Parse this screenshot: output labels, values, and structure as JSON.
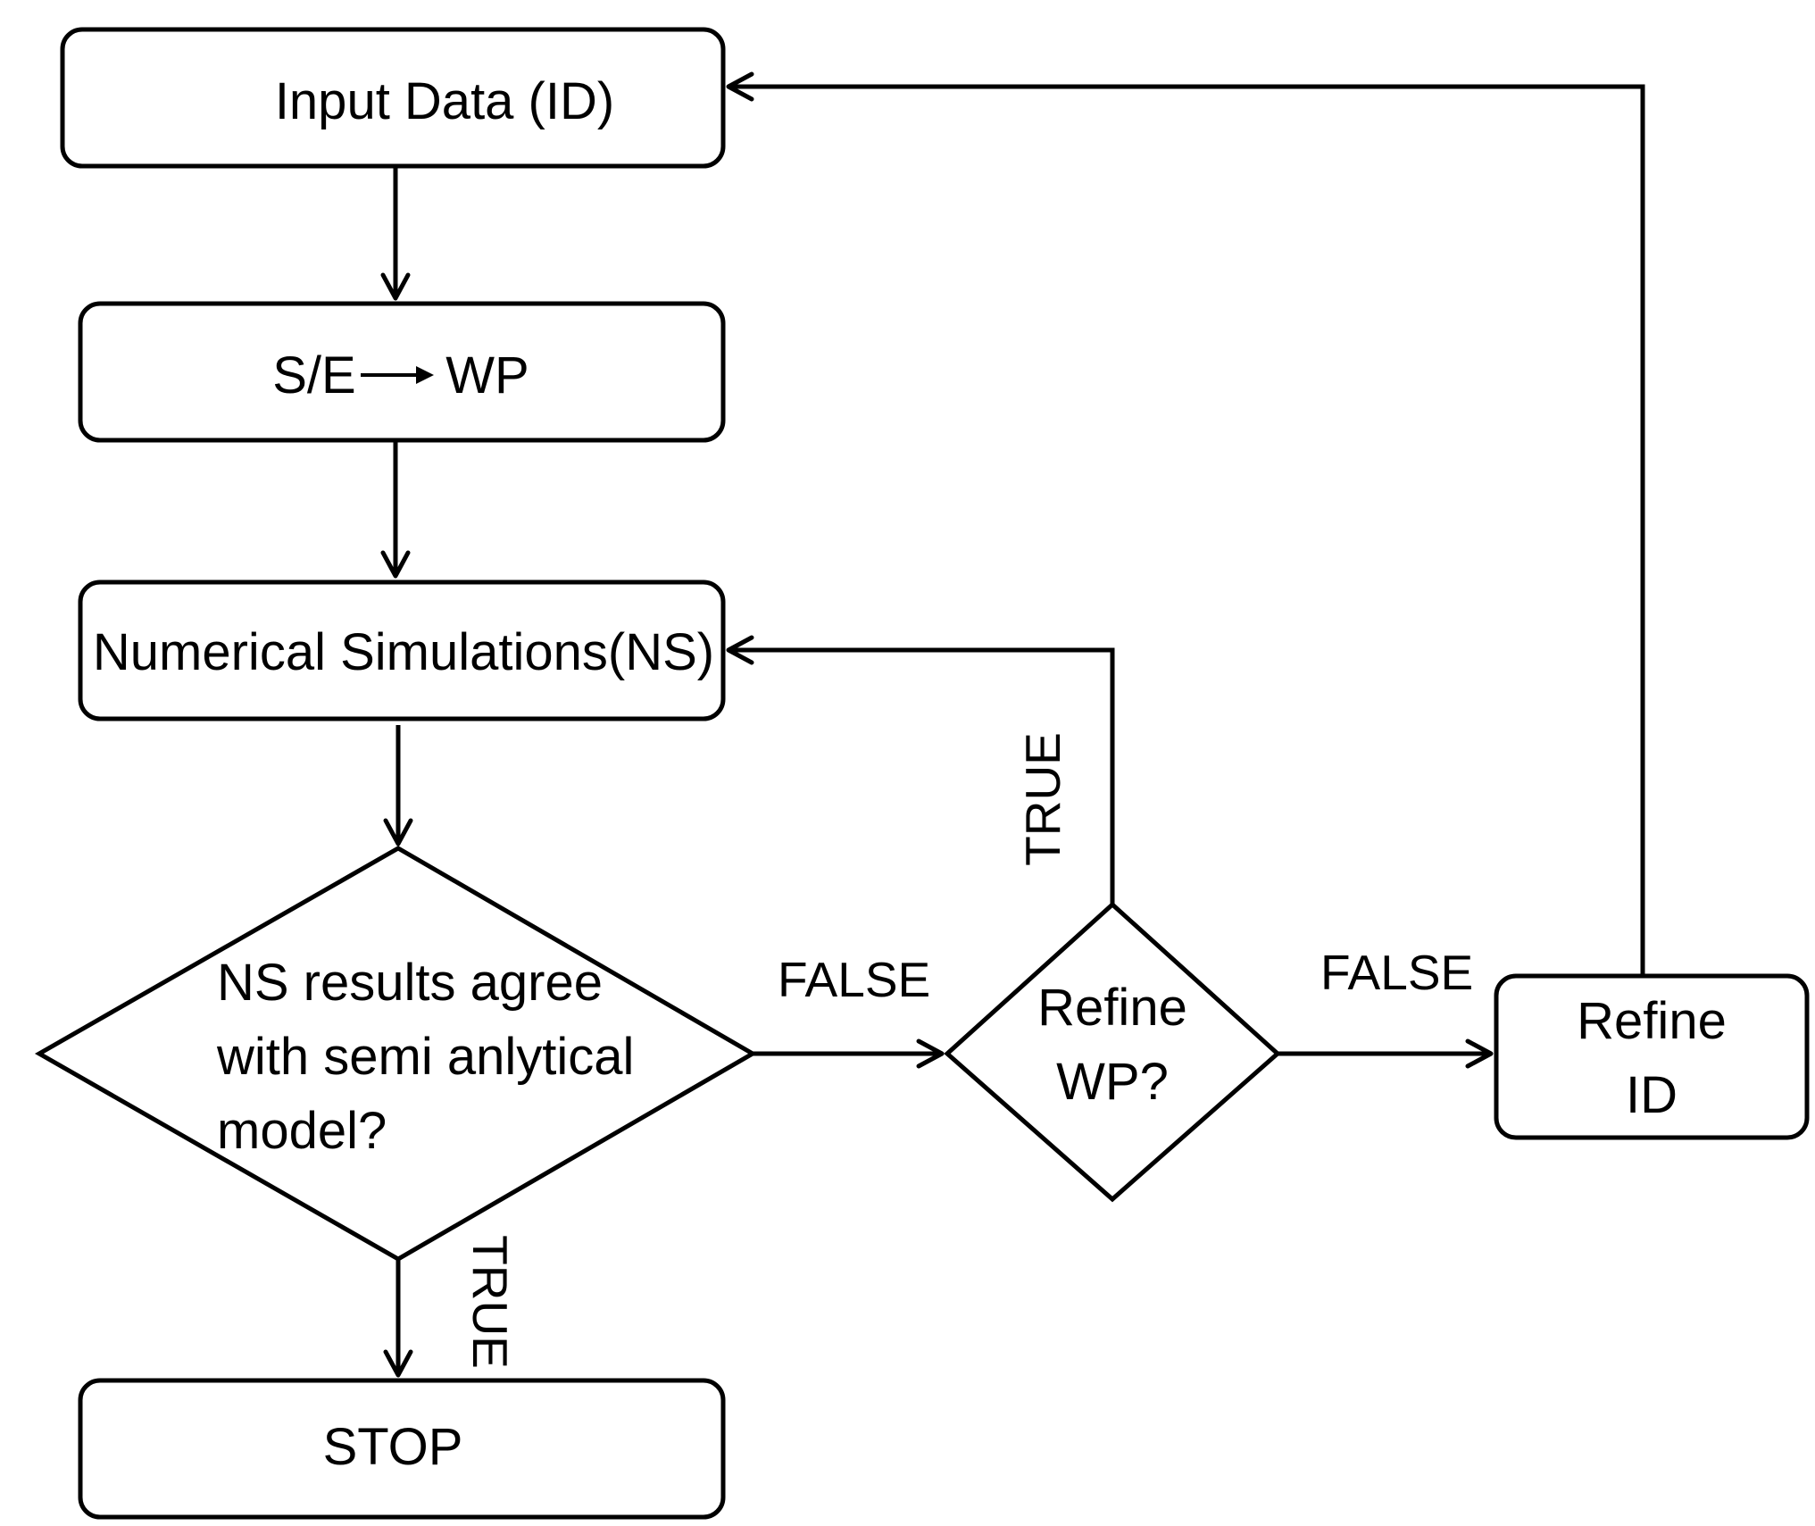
{
  "nodes": {
    "input_data": "Input Data (ID)",
    "se_wp": {
      "left": "S/E",
      "right": "WP"
    },
    "numerical_simulations": "Numerical Simulations(NS)",
    "ns_agree": [
      "NS results agree",
      "with semi anlytical",
      "model?"
    ],
    "refine_wp": [
      "Refine",
      "WP?"
    ],
    "refine_id": [
      "Refine",
      "ID"
    ],
    "stop": "STOP"
  },
  "edge_labels": {
    "agree_false": "FALSE",
    "agree_true": "TRUE",
    "refine_wp_true": "TRUE",
    "refine_wp_false": "FALSE"
  }
}
